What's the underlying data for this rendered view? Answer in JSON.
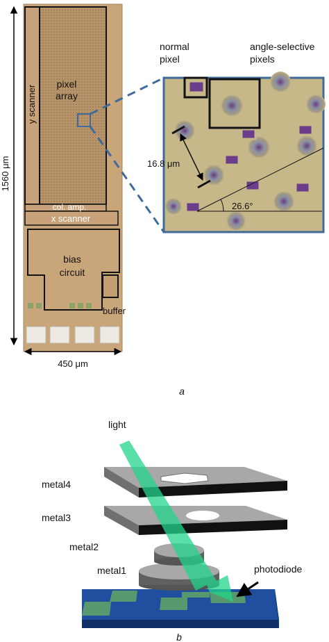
{
  "panel_a": {
    "height_dim": "1560 μm",
    "width_dim": "450 μm",
    "y_scanner": "y scanner",
    "pixel_array_l1": "pixel",
    "pixel_array_l2": "array",
    "col_amp": "col. amp.",
    "x_scanner": "x scanner",
    "bias_l1": "bias",
    "bias_l2": "circuit",
    "buffer": "buffer",
    "normal_pixel_l1": "normal",
    "normal_pixel_l2": "pixel",
    "angle_sel_l1": "angle-selective",
    "angle_sel_l2": "pixels",
    "pitch": "16.8 μm",
    "angle": "26.6°",
    "caption": "a"
  },
  "panel_b": {
    "light": "light",
    "metal4": "metal4",
    "metal3": "metal3",
    "metal2": "metal2",
    "metal1": "metal1",
    "photodiode": "photodiode",
    "caption": "b"
  },
  "colors": {
    "chip_fill": "#c9a57a",
    "inset_fill": "#c7b88a",
    "zoom_blue": "#3f6a9a",
    "light_green": "#22d48a",
    "substrate_blue": "#1f4f9e",
    "metal_top": "#a8a8a8"
  }
}
